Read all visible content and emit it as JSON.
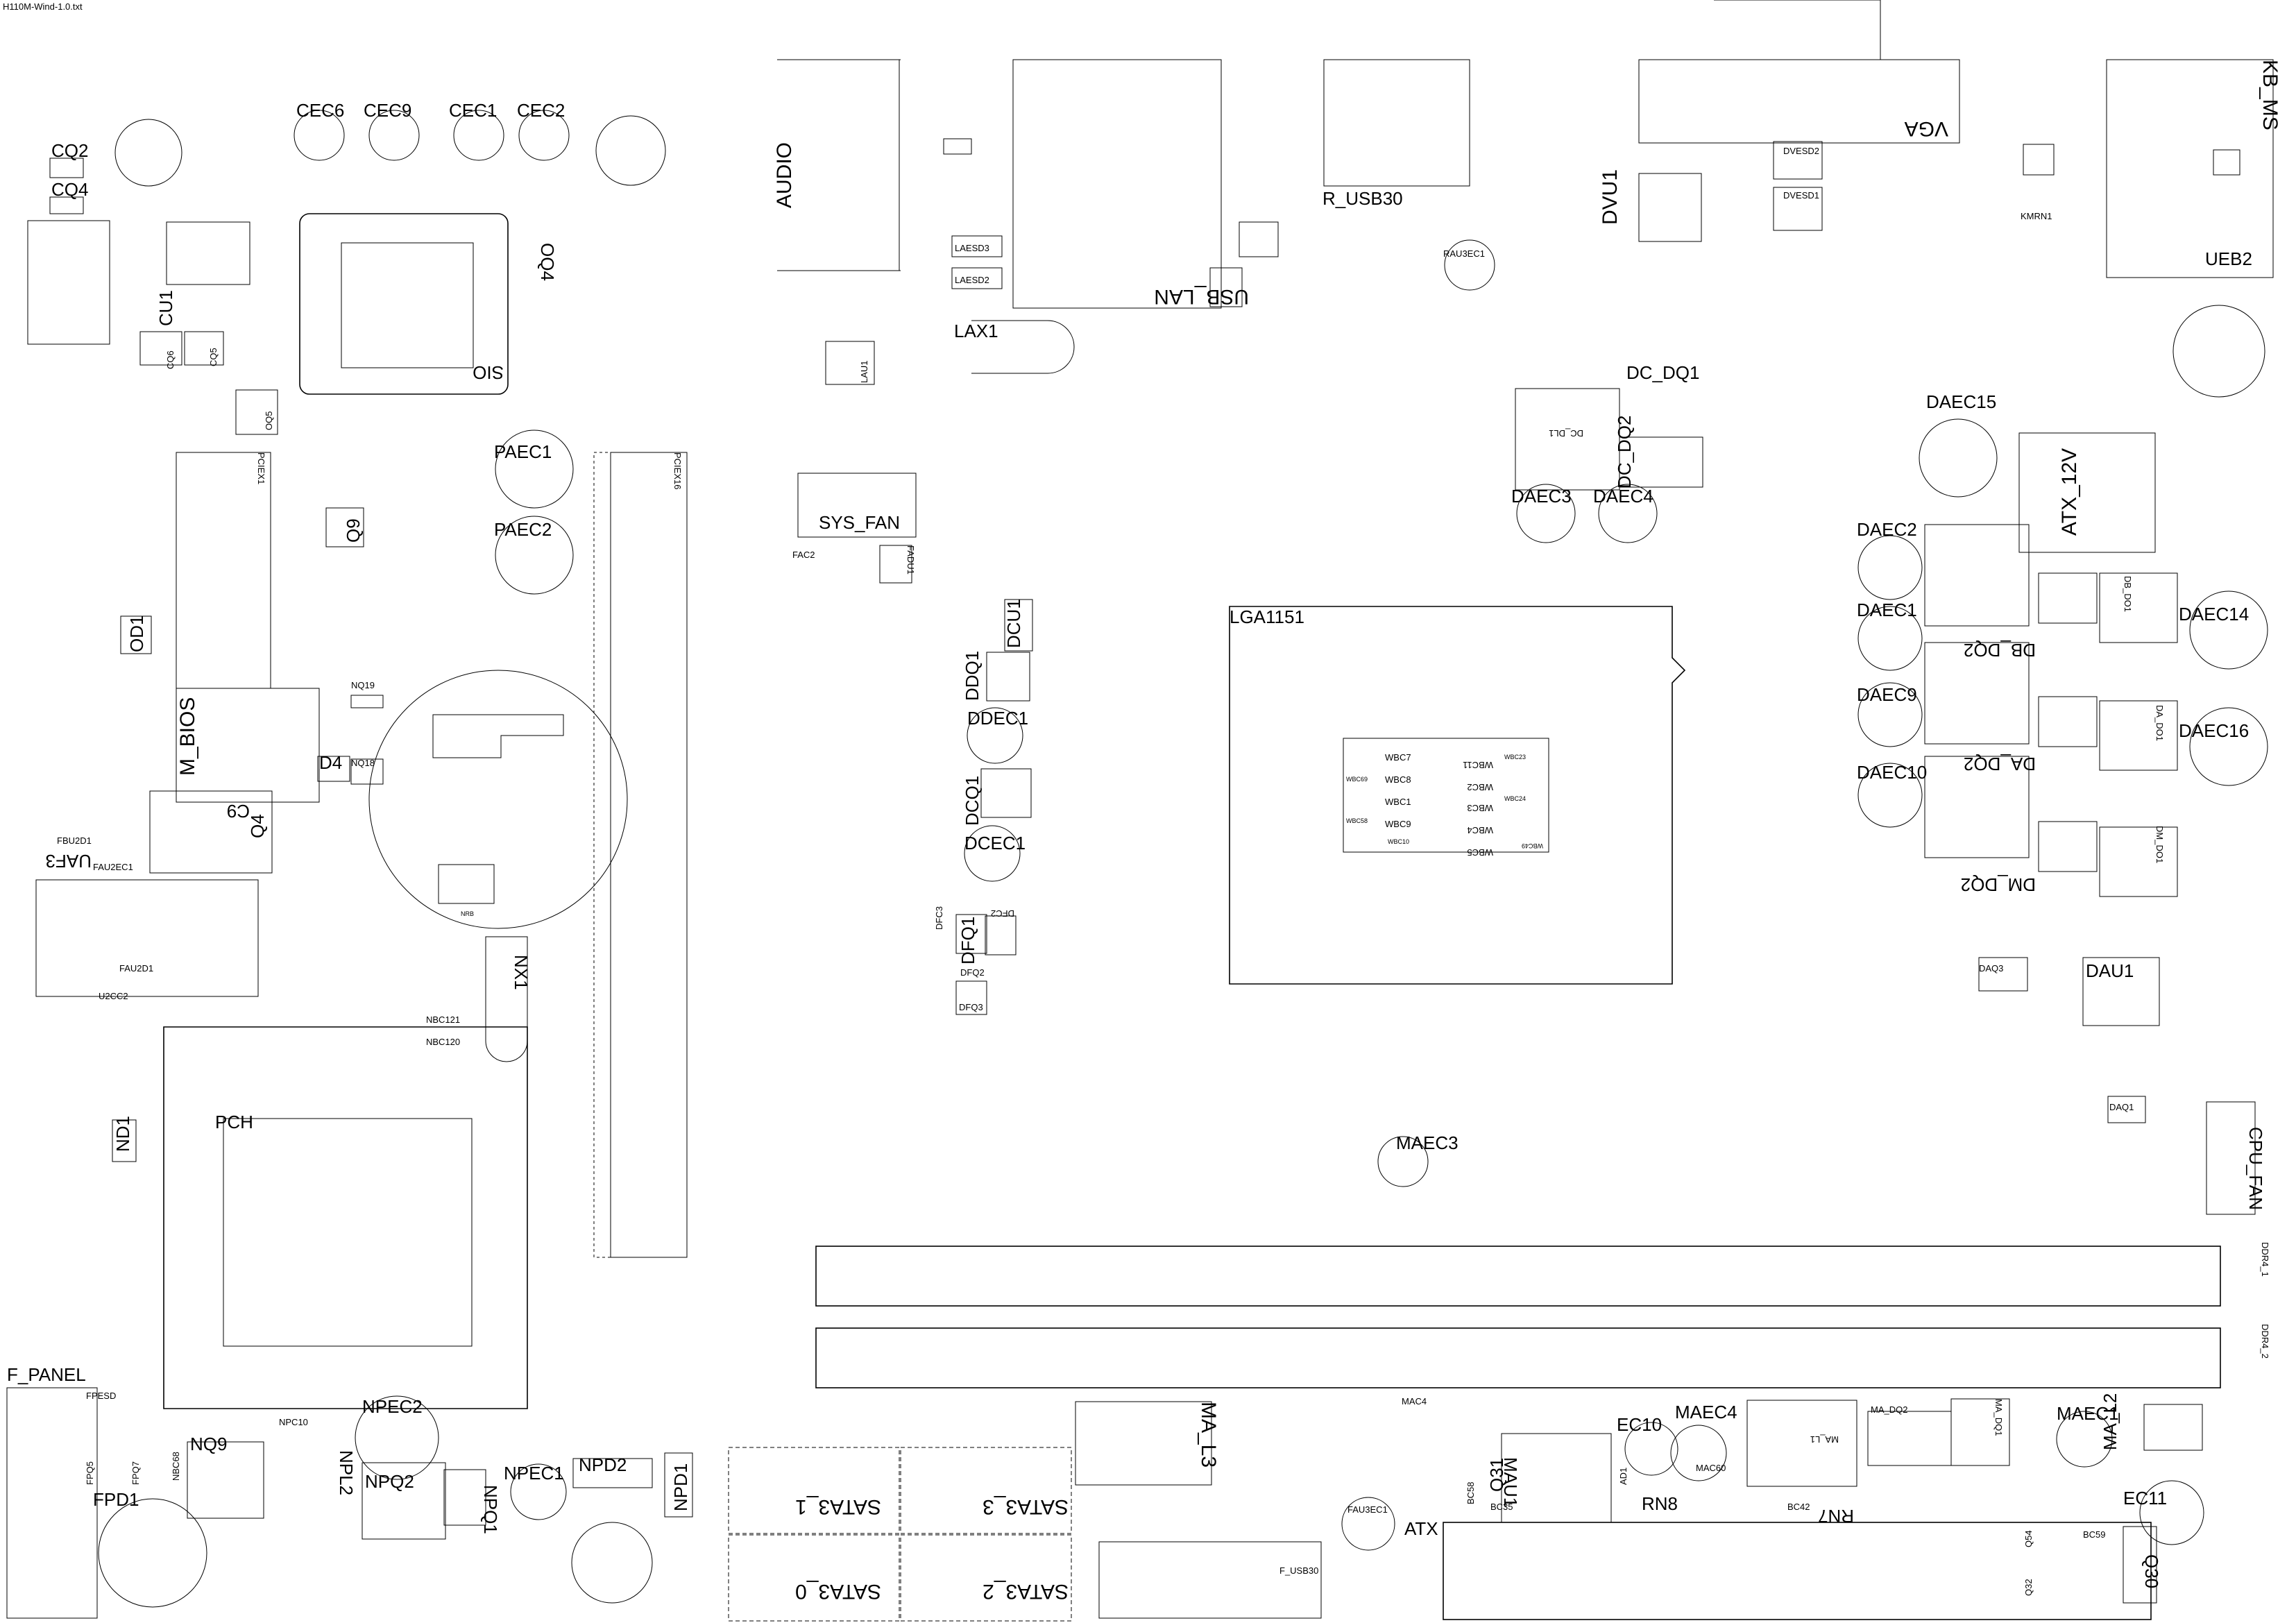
{
  "file_title": "H110M-Wind-1.0.txt",
  "components": {
    "cec6": "CEC6",
    "cec9": "CEC9",
    "cec1": "CEC1",
    "cec2": "CEC2",
    "cq2": "CQ2",
    "cq4": "CQ4",
    "cu1": "CU1",
    "cq6": "CQ6",
    "cq5": "CQ5",
    "oq5": "OQ5",
    "sio": "SIO",
    "oq4": "OQ4",
    "audio": "AUDIO",
    "usb_lan": "USB_LAN",
    "lax1": "LAX1",
    "lau1": "LAU1",
    "laesd3": "LAESD3",
    "laesd2": "LAESD2",
    "r_usb30": "R_USB30",
    "rau3ec1": "RAU3EC1",
    "vga": "VGA",
    "dvu1": "DVU1",
    "dvesd2": "DVESD2",
    "dvesd1": "DVESD1",
    "kb_ms": "KB_MS",
    "uex2": "UEB2",
    "kmrn1": "KMRN1",
    "paec1": "PAEC1",
    "paec2": "PAEC2",
    "pciex1": "PCIEX1",
    "pciex16": "PCIEX16",
    "q9": "Q9",
    "sys_fan": "SYS_FAN",
    "fac2": "FAC2",
    "fadu1": "FADU1",
    "od1": "OD1",
    "dc_dq1": "DC_DQ1",
    "dc_dl1": "DC_DL1",
    "dc_dq2": "DC_DQ2",
    "daec3": "DAEC3",
    "daec4": "DAEC4",
    "daec15": "DAEC15",
    "atx_12v": "ATX_12V",
    "daec2": "DAEC2",
    "daec1": "DAEC1",
    "daec9": "DAEC9",
    "daec10": "DAEC10",
    "daec14": "DAEC14",
    "daec16": "DAEC16",
    "db_dq2": "DB_DQ2",
    "db_do1": "DB_DO1",
    "da_dq2": "DA_DQ2",
    "da_do1": "DA_DO1",
    "dm_dq2": "DM_DQ2",
    "dm_do1": "DM_DO1",
    "dau1": "DAU1",
    "daq3": "DAQ3",
    "daq1": "DAQ1",
    "cpu_fan": "CPU_FAN",
    "lga1151": "LGA1151",
    "m_bios": "M_BIOS",
    "d4": "D4",
    "nq19": "NQ19",
    "nq18": "NQ18",
    "q4": "Q4",
    "c9": "C9",
    "uaf3": "UAF3",
    "fau2ec1": "FAU2EC1",
    "fau2d1": "FAU2D1",
    "fbu2d1": "FBU2D1",
    "u2cc2": "U2CC2",
    "ddq1": "DDQ1",
    "ddec1": "DDEC1",
    "dcq1": "DCQ1",
    "dcec1": "DCEC1",
    "dcu1": "DCU1",
    "dfc3": "DFC3",
    "dfq1": "DFQ1",
    "dfc2": "DFC2",
    "dfq2": "DFQ2",
    "dfq3": "DFQ3",
    "nx1": "NX1",
    "nbc121": "NBC121",
    "nbc120": "NBC120",
    "pch": "PCH",
    "nd1": "ND1",
    "maec3": "MAEC3",
    "wbc7": "WBC7",
    "wbc8": "WBC8",
    "wbc1": "WBC1",
    "wbc9": "WBC9",
    "wbc11": "WBC11",
    "wbc2": "WBC2",
    "wbc3": "WBC3",
    "wbc4": "WBC4",
    "wbc5": "WBC5",
    "wbc23": "WBC23",
    "wbc24": "WBC24",
    "wbc69": "WBC69",
    "wbc58": "WBC58",
    "wbc10": "WBC10",
    "wbc49": "WBC49",
    "ddr4_1": "DDR4_1",
    "ddr4_2": "DDR4_2",
    "f_panel": "F_PANEL",
    "fpesd": "FPESD",
    "fpd1": "FPD1",
    "fpq5": "FPQ5",
    "fpq7": "FPQ7",
    "nq9": "NQ9",
    "nbc68": "NBC68",
    "npec2": "NPEC2",
    "npl2": "NPL2",
    "npq2": "NPQ2",
    "npq1": "NPQ1",
    "npec1": "NPEC1",
    "npd2": "NPD2",
    "npd1": "NPD1",
    "npc10": "NPC10",
    "sata3_1": "SATA3_1",
    "sata3_3": "SATA3_3",
    "sata3_0": "SATA3_0",
    "sata3_2": "SATA3_2",
    "ma_l3": "MA_L3",
    "mac4": "MAC4",
    "mau1": "MAU1",
    "q31": "Q31",
    "bc35": "BC35",
    "bc58": "BC58",
    "fau3ec1": "FAU3EC1",
    "atx": "ATX",
    "ec10": "EC10",
    "ad1": "AD1",
    "maec4": "MAEC4",
    "mac60": "MAC60",
    "rn8": "RN8",
    "bc42": "BC42",
    "ma_l1": "MA_L1",
    "rn7": "RN7",
    "ma_dq2": "MA_DQ2",
    "maec1": "MAEC1",
    "ma_l2": "MA_L2",
    "ma_dq1": "MA_DQ1",
    "ec11": "EC11",
    "q54": "Q54",
    "q32": "Q32",
    "bc59": "BC59",
    "q30": "Q30",
    "f_usb30": "F_USB30"
  }
}
